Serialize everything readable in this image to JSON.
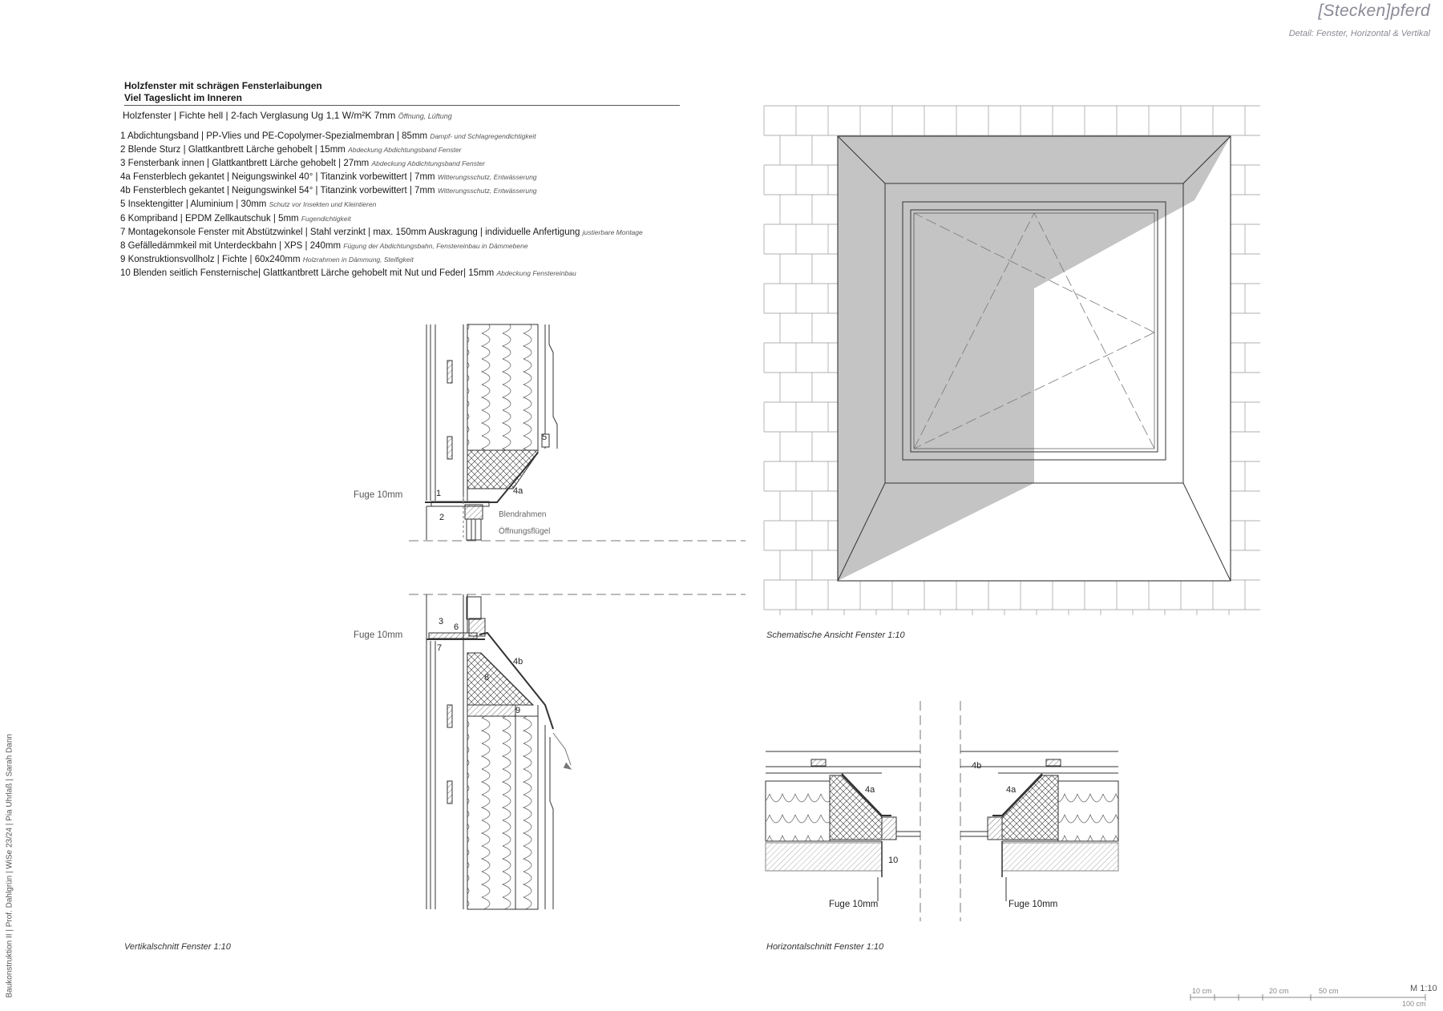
{
  "header": {
    "brand": "[Stecken]pferd",
    "subtitle": "Detail: Fenster, Horizontal & Vertikal"
  },
  "title": {
    "line1": "Holzfenster mit schrägen Fensterlaibungen",
    "line2": "Viel Tageslicht im Inneren"
  },
  "spec": {
    "main": "Holzfenster | Fichte hell | 2-fach Verglasung Ug 1,1 W/m²K 7mm",
    "note": "Öffnung, Lüftung"
  },
  "legend": [
    {
      "text": "1  Abdichtungsband | PP-Vlies und PE-Copolymer-Spezialmembran | 85mm",
      "note": "Dampf- und Schlagregendichtigkeit"
    },
    {
      "text": "2  Blende Sturz | Glattkantbrett Lärche gehobelt | 15mm",
      "note": "Abdeckung Abdichtungsband Fenster"
    },
    {
      "text": "3  Fensterbank innen | Glattkantbrett Lärche gehobelt | 27mm",
      "note": "Abdeckung Abdichtungsband Fenster"
    },
    {
      "text": "4a  Fensterblech gekantet | Neigungswinkel 40° | Titanzink vorbewittert | 7mm",
      "note": "Witterungsschutz, Entwässerung"
    },
    {
      "text": "4b  Fensterblech gekantet | Neigungswinkel 54° | Titanzink vorbewittert | 7mm",
      "note": "Witterungsschutz, Entwässerung"
    },
    {
      "text": "5  Insektengitter | Aluminium | 30mm",
      "note": "Schutz vor Insekten und Kleintieren"
    },
    {
      "text": "6  Kompriband | EPDM Zellkautschuk | 5mm",
      "note": "Fugendichtigkeit"
    },
    {
      "text": "7  Montagekonsole Fenster mit Abstützwinkel | Stahl verzinkt | max. 150mm Auskragung | individuelle Anfertigung",
      "note": "justierbare Montage"
    },
    {
      "text": "8  Gefälledämmkeil mit Unterdeckbahn | XPS | 240mm",
      "note": "Fügung der Abdichtungsbahn, Fenstereinbau in Dämmebene"
    },
    {
      "text": "9  Konstruktionsvollholz | Fichte | 60x240mm",
      "note": "Holzrahmen in Dämmung, Steifigkeit"
    },
    {
      "text": "10  Blenden seitlich Fensternische| Glattkantbrett Lärche gehobelt mit Nut und Feder| 15mm",
      "note": "Abdeckung Fenstereinbau"
    }
  ],
  "captions": {
    "vertical": "Vertikalschnitt Fenster 1:10",
    "horizontal": "Horizontalschnitt Fenster 1:10",
    "view": "Schematische Ansicht Fenster 1:10"
  },
  "labels": {
    "fuge": "Fuge 10mm",
    "blendrahmen": "Blendrahmen",
    "fluegel": "Öffnungsflügel",
    "n1": "1",
    "n2": "2",
    "n3": "3",
    "n4a": "4a",
    "n4b": "4b",
    "n5": "5",
    "n6": "6",
    "n7": "7",
    "n8": "8",
    "n9": "9",
    "n10": "10"
  },
  "sidebar": "Baukonstruktion II | Prof. Dahlgrün | WiSe 23/24 | Pia Uhrlaß | Sarah Dann",
  "scale": {
    "s10": "10 cm",
    "s20": "20 cm",
    "s50": "50 cm",
    "s100": "100 cm",
    "ratio": "M 1:10"
  },
  "colors": {
    "shadow": "#c4c4c4",
    "line": "#333333",
    "text_grey": "#8a8a96"
  }
}
